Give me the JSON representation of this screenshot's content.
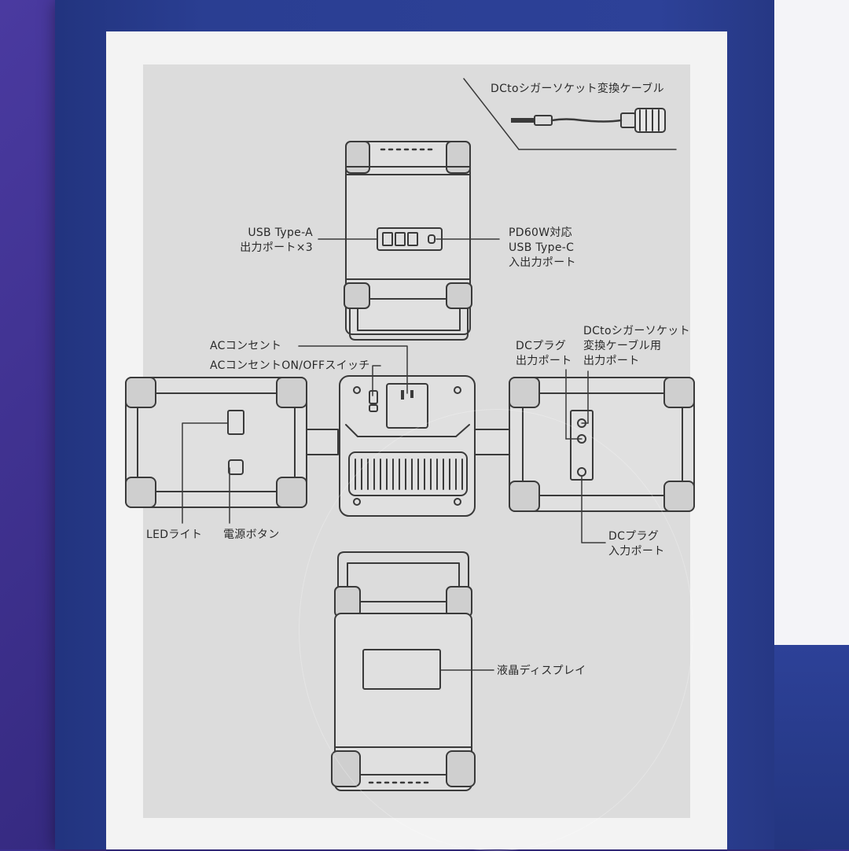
{
  "labels": {
    "cable": "DCtoシガーソケット変換ケーブル",
    "usb_a_1": "USB Type-A",
    "usb_a_2": "出力ポート×3",
    "pd_1": "PD60W対応",
    "pd_2": "USB Type-C",
    "pd_3": "入出力ポート",
    "ac_outlet": "ACコンセント",
    "ac_switch": "ACコンセントON/OFFスイッチ",
    "dc_out_1": "DCプラグ",
    "dc_out_2": "出力ポート",
    "cig_1": "DCtoシガーソケット",
    "cig_2": "変換ケーブル用",
    "cig_3": "出力ポート",
    "led": "LEDライト",
    "power": "電源ボタン",
    "dc_in_1": "DCプラグ",
    "dc_in_2": "入力ポート",
    "lcd": "液晶ディスプレイ"
  },
  "colors": {
    "box_blue": "#2d4198",
    "panel_gray": "#dcdcdc",
    "line": "#3a3a3a"
  }
}
